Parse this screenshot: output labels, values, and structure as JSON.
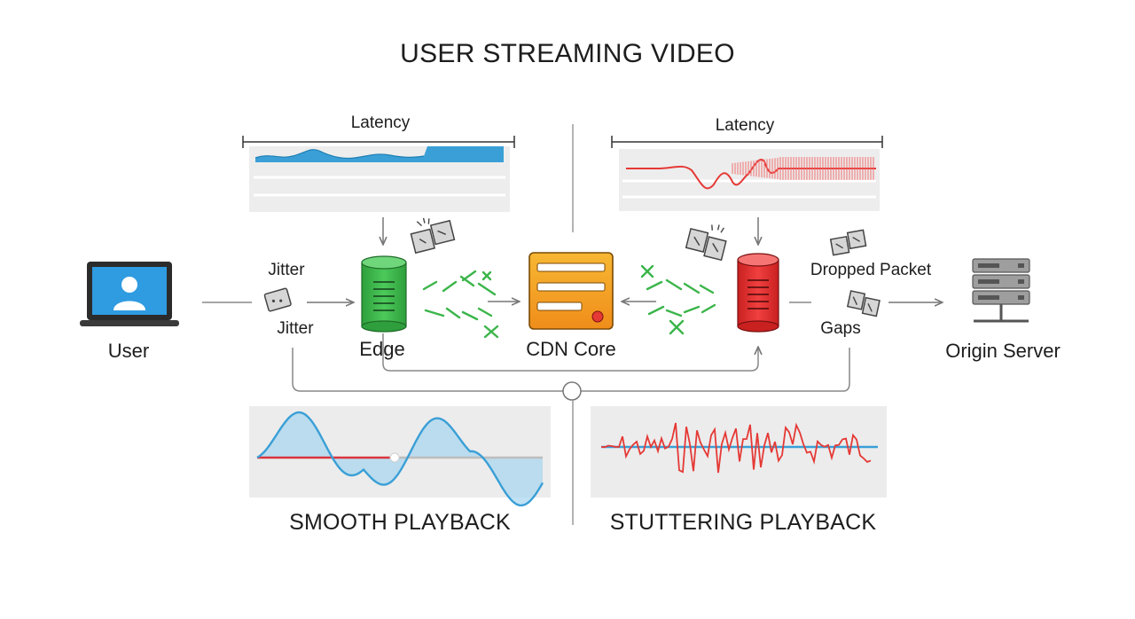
{
  "title": "USER STREAMING VIDEO",
  "latency_labels": [
    "Latency",
    "Latency"
  ],
  "nodes": {
    "user": "User",
    "edge": "Edge",
    "cdn_core": "CDN Core",
    "origin": "Origin Server"
  },
  "annotations": {
    "jitter_top": "Jitter",
    "jitter_bottom": "Jitter",
    "dropped_packet": "Dropped Packet",
    "gaps": "Gaps"
  },
  "playback": {
    "smooth": "SMOOTH PLAYBACK",
    "stuttering": "STUTTERING PLAYBACK"
  },
  "colors": {
    "blue": "#3a9fd6",
    "red": "#e53935",
    "green": "#3bb54a",
    "orange": "#f5a623",
    "gray_line": "#8a8a8a"
  }
}
